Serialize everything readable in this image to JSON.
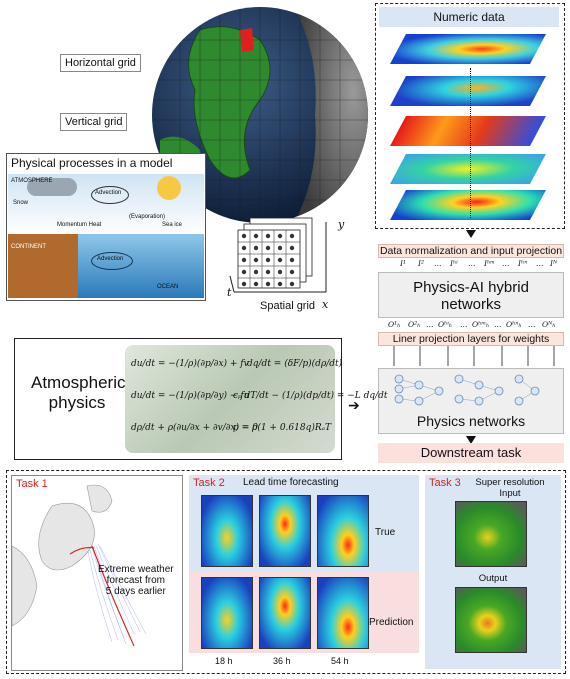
{
  "globe": {
    "horizontal_grid_label": "Horizontal grid",
    "vertical_grid_label": "Vertical grid",
    "spatial_grid_label": "Spatial grid",
    "axis_t": "t",
    "axis_x": "x",
    "axis_y": "y"
  },
  "physical_processes": {
    "title": "Physical processes in a model",
    "atmosphere": "ATMOSPHERE",
    "snow": "Snow",
    "advection_top": "Advection",
    "evaporation": "(Evaporation)",
    "momentum_heat": "Momentum Heat",
    "sea_ice": "Sea ice",
    "continent": "CONTINENT",
    "advection_bottom": "Advection",
    "ocean": "OCEAN"
  },
  "numeric_data": {
    "title": "Numeric data"
  },
  "pipeline": {
    "normalization": "Data normalization and input projection",
    "hybrid_line1": "Physics-AI hybrid",
    "hybrid_line2": "networks",
    "liner_projection": "Liner projection layers for weights",
    "physics_networks": "Physics networks",
    "downstream": "Downstream task",
    "input_syms": [
      "I¹",
      "I²",
      "…",
      "Iʰⁱ",
      "…",
      "Iʰᵐ",
      "…",
      "Iʰⁿ",
      "…",
      "Iᴺ"
    ],
    "output_syms": [
      "O¹ₕ",
      "O²ₕ",
      "…",
      "Oʰⁱₕ",
      "…",
      "Oʰᵐₕ",
      "…",
      "Oʰⁿₕ",
      "…",
      "Oᴺₕ"
    ]
  },
  "atmospheric": {
    "label_line1": "Atmospheric",
    "label_line2": "physics",
    "equations": [
      "du/dt = −(1/ρ)(∂p/∂x) + fv",
      "du/dt = −(1/ρ)(∂p/∂y) − fu",
      "dρ/dt + ρ(∂u/∂x + ∂v/∂x) = 0",
      "dq/dt = (δF/p)(dρ/dt)",
      "cₚ dT/dt − (1/ρ)(dp/dt) = −L dq/dt",
      "p = ρ(1 + 0.618q)RₐT"
    ]
  },
  "task1": {
    "title": "Task 1",
    "text_line1": "Extreme weather",
    "text_line2": "forecast from",
    "text_line3": "5 days earlier"
  },
  "task2": {
    "title": "Task 2",
    "subtitle": "Lead time forecasting",
    "row_true": "True",
    "row_prediction": "Prediction",
    "times": [
      "18 h",
      "36 h",
      "54 h"
    ]
  },
  "task3": {
    "title": "Task 3",
    "subtitle_line1": "Super resolution",
    "subtitle_line2": "Input",
    "output": "Output"
  },
  "colors": {
    "pink_bar": "#fbe5dc",
    "blue_panel": "#dbe6f5",
    "pink_panel": "#f8dede",
    "accent_red": "#d62020"
  }
}
